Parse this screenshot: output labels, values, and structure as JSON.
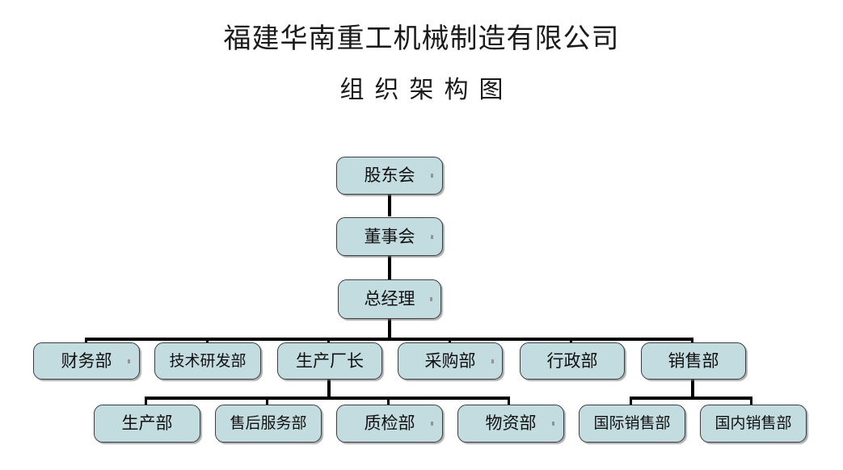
{
  "document": {
    "title_main": "福建华南重工机械制造有限公司",
    "title_sub": "组织架构图"
  },
  "org_chart": {
    "type": "organization-chart",
    "orientation": "top-down",
    "node_fill_color": "#c3dcdf",
    "node_border_color": "#3d3d3d",
    "connector_color": "#000000",
    "levels": [
      {
        "level": 1,
        "nodes": [
          "股东会"
        ]
      },
      {
        "level": 2,
        "nodes": [
          "董事会"
        ]
      },
      {
        "level": 3,
        "nodes": [
          "总经理"
        ]
      },
      {
        "level": 4,
        "nodes": [
          "财务部",
          "技术研发部",
          "生产厂长",
          "采购部",
          "行政部",
          "销售部"
        ]
      },
      {
        "level": 5,
        "nodes": [
          "生产部",
          "售后服务部",
          "质检部",
          "物资部",
          "国际销售部",
          "国内销售部"
        ]
      }
    ],
    "nodes": {
      "shareholders": "股东会",
      "board": "董事会",
      "general_manager": "总经理",
      "finance": "财务部",
      "rnd": "技术研发部",
      "production_director": "生产厂长",
      "purchasing": "采购部",
      "administration": "行政部",
      "sales": "销售部",
      "production": "生产部",
      "after_sales": "售后服务部",
      "quality": "质检部",
      "materials": "物资部",
      "intl_sales": "国际销售部",
      "domestic_sales": "国内销售部"
    },
    "edges": [
      {
        "from": "股东会",
        "to": "董事会"
      },
      {
        "from": "董事会",
        "to": "总经理"
      },
      {
        "from": "总经理",
        "to": "财务部"
      },
      {
        "from": "总经理",
        "to": "技术研发部"
      },
      {
        "from": "总经理",
        "to": "生产厂长"
      },
      {
        "from": "总经理",
        "to": "采购部"
      },
      {
        "from": "总经理",
        "to": "行政部"
      },
      {
        "from": "总经理",
        "to": "销售部"
      },
      {
        "from": "生产厂长",
        "to": "生产部"
      },
      {
        "from": "生产厂长",
        "to": "售后服务部"
      },
      {
        "from": "生产厂长",
        "to": "质检部"
      },
      {
        "from": "生产厂长",
        "to": "物资部"
      },
      {
        "from": "销售部",
        "to": "国际销售部"
      },
      {
        "from": "销售部",
        "to": "国内销售部"
      }
    ]
  }
}
